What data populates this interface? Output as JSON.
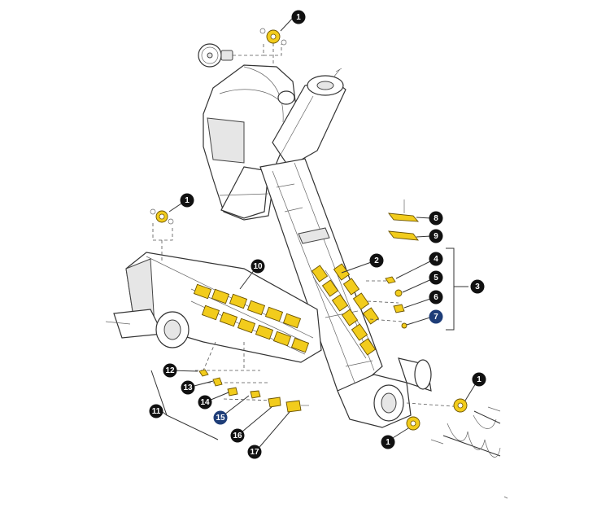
{
  "diagram": {
    "callouts": [
      {
        "id": "c1a",
        "label": "1",
        "style": "dark"
      },
      {
        "id": "c1b",
        "label": "1",
        "style": "dark"
      },
      {
        "id": "c1c",
        "label": "1",
        "style": "dark"
      },
      {
        "id": "c1d",
        "label": "1",
        "style": "dark"
      },
      {
        "id": "c2",
        "label": "2",
        "style": "dark"
      },
      {
        "id": "c3",
        "label": "3",
        "style": "dark"
      },
      {
        "id": "c4",
        "label": "4",
        "style": "dark"
      },
      {
        "id": "c5",
        "label": "5",
        "style": "dark"
      },
      {
        "id": "c6",
        "label": "6",
        "style": "dark"
      },
      {
        "id": "c7",
        "label": "7",
        "style": "blue"
      },
      {
        "id": "c8",
        "label": "8",
        "style": "dark"
      },
      {
        "id": "c9",
        "label": "9",
        "style": "dark"
      },
      {
        "id": "c10",
        "label": "10",
        "style": "dark"
      },
      {
        "id": "c11",
        "label": "11",
        "style": "dark"
      },
      {
        "id": "c12",
        "label": "12",
        "style": "dark"
      },
      {
        "id": "c13",
        "label": "13",
        "style": "dark"
      },
      {
        "id": "c14",
        "label": "14",
        "style": "dark"
      },
      {
        "id": "c15",
        "label": "15",
        "style": "blue"
      },
      {
        "id": "c16",
        "label": "16",
        "style": "dark"
      },
      {
        "id": "c17",
        "label": "17",
        "style": "dark"
      }
    ],
    "colors": {
      "callout_dark": "#111111",
      "callout_blue": "#1e3d78",
      "highlight_part": "#f2cc1c",
      "line": "#333333"
    }
  }
}
